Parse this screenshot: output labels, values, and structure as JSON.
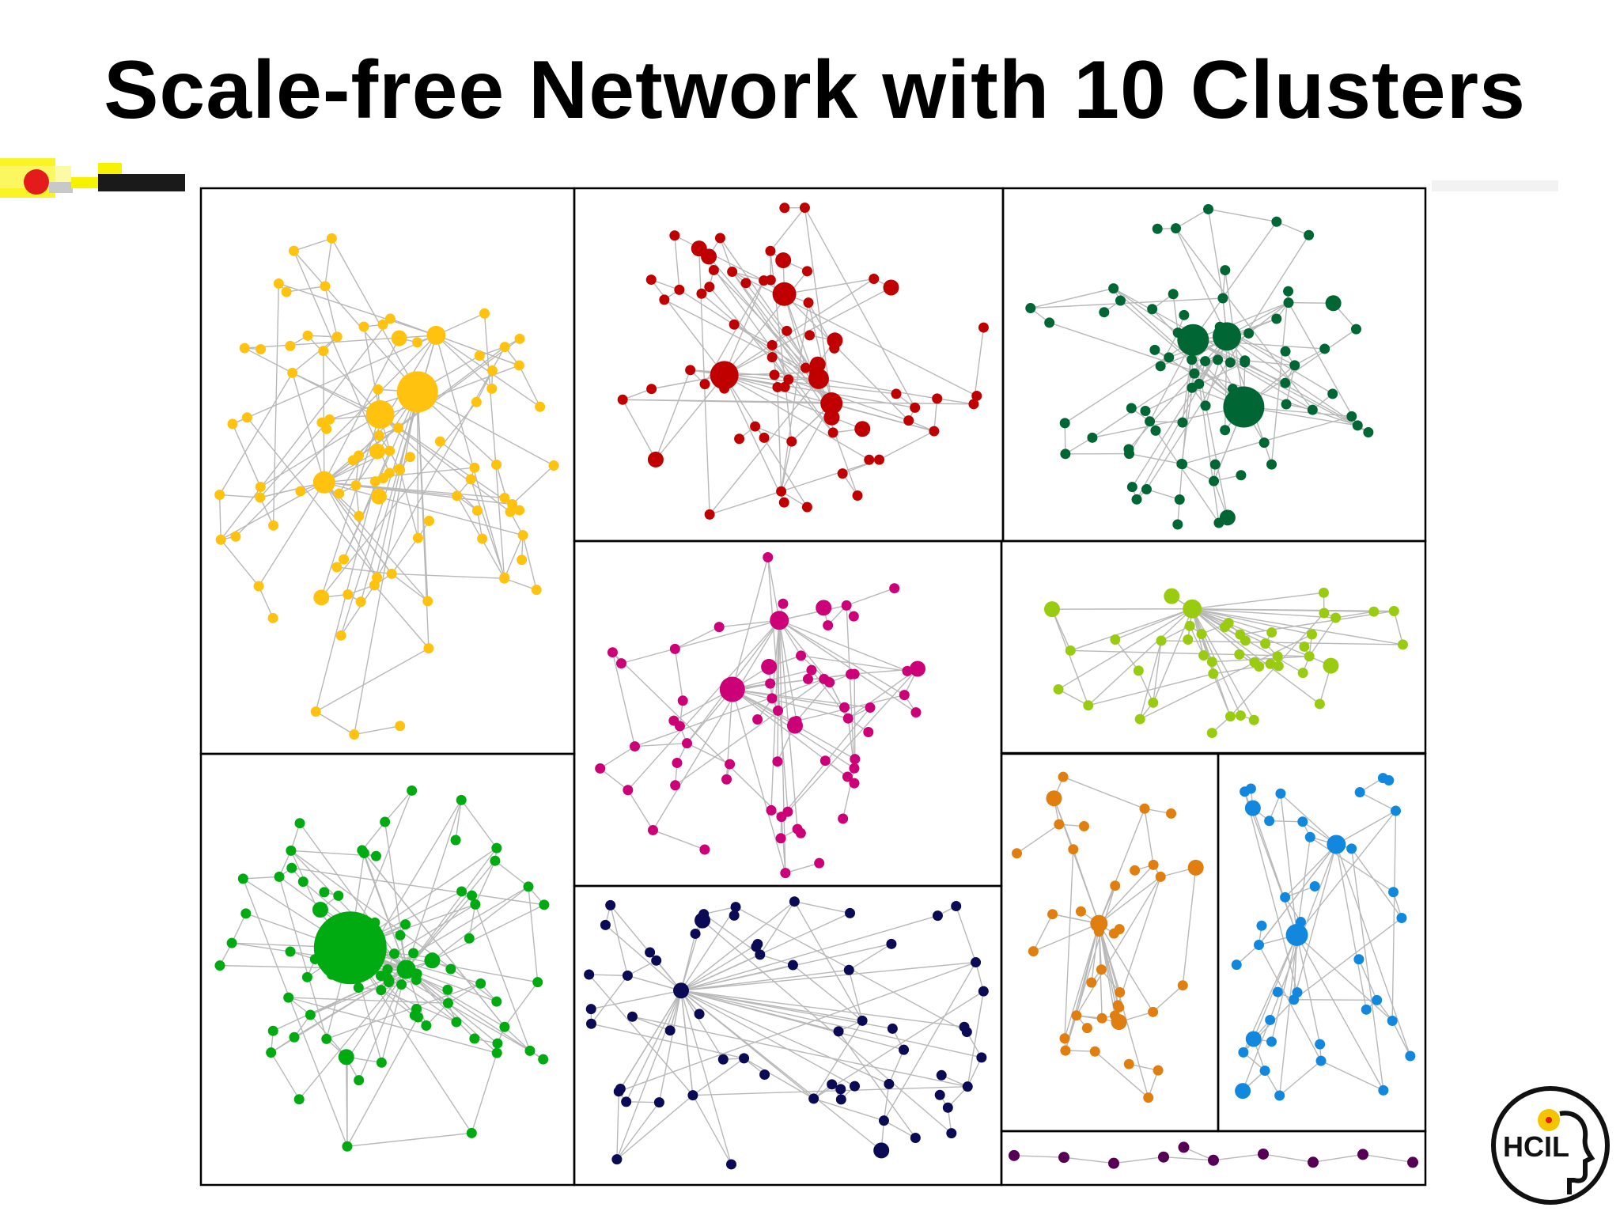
{
  "title": "Scale-free Network with 10 Clusters",
  "logo": {
    "text": "HCIL",
    "icon": "hcil-head-logo-icon"
  },
  "decoration": {
    "icon": "slide-header-bar-icon",
    "colors": {
      "yellow": "#f7f200",
      "red": "#e31b1b",
      "black": "#1a1a1a",
      "gray": "#c8c8c8"
    }
  },
  "clusters": [
    {
      "name": "cluster-yellow",
      "color": "#ffc20e",
      "node_count": 95,
      "seed": 11,
      "hub_sizes": [
        26,
        18,
        14,
        12
      ]
    },
    {
      "name": "cluster-red",
      "color": "#c00000",
      "node_count": 70,
      "seed": 23,
      "hub_sizes": [
        18,
        15,
        14,
        13
      ]
    },
    {
      "name": "cluster-dark-green",
      "color": "#006633",
      "node_count": 75,
      "seed": 37,
      "hub_sizes": [
        26,
        20,
        18
      ]
    },
    {
      "name": "cluster-magenta",
      "color": "#cc0077",
      "node_count": 65,
      "seed": 41,
      "hub_sizes": [
        16,
        12
      ]
    },
    {
      "name": "cluster-lime",
      "color": "#99cc11",
      "node_count": 45,
      "seed": 53,
      "hub_sizes": [
        12
      ]
    },
    {
      "name": "cluster-green",
      "color": "#00aa11",
      "node_count": 85,
      "seed": 67,
      "hub_sizes": [
        46,
        12
      ]
    },
    {
      "name": "cluster-navy",
      "color": "#0a0a55",
      "node_count": 60,
      "seed": 71,
      "hub_sizes": [
        10
      ]
    },
    {
      "name": "cluster-orange",
      "color": "#e07f10",
      "node_count": 38,
      "seed": 83,
      "hub_sizes": [
        11
      ]
    },
    {
      "name": "cluster-blue",
      "color": "#1188dd",
      "node_count": 40,
      "seed": 97,
      "hub_sizes": [
        14,
        12
      ]
    },
    {
      "name": "cluster-purple",
      "color": "#550055",
      "node_count": 9,
      "seed": 101,
      "hub_sizes": []
    }
  ]
}
